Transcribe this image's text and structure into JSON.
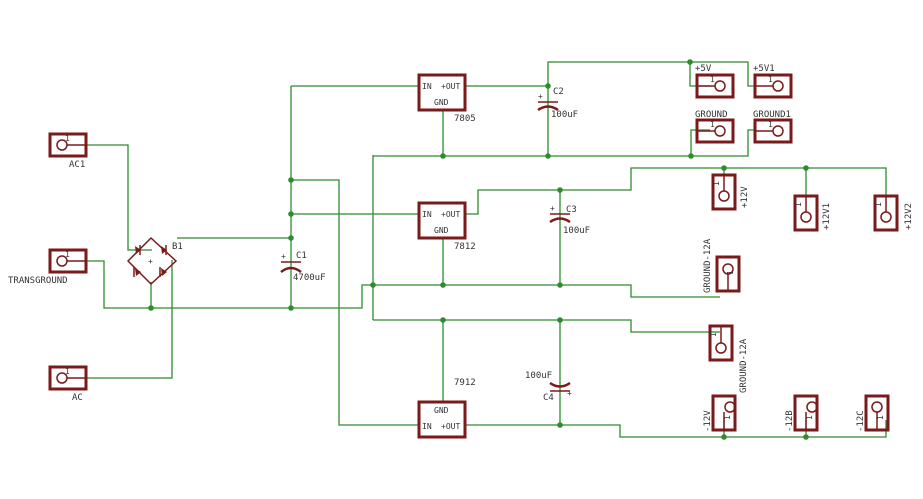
{
  "colors": {
    "wire": "#2e8b2e",
    "component": "#7a1a1a",
    "text": "#333333",
    "background": "#ffffff"
  },
  "connectors": {
    "ac1": "AC1",
    "transground": "TRANSGROUND",
    "ac": "AC",
    "p5v": "+5V",
    "p5v1": "+5V1",
    "ground": "GROUND",
    "ground1": "GROUND1",
    "p12v": "+12V",
    "p12v1": "+12V1",
    "p12v2": "+12V2",
    "ground12a_top": "GROUND-12A",
    "ground12a_bottom": "GROUND-12A",
    "m12v": "-12V",
    "m12b": "-12B",
    "m12c": "-12C",
    "pin_one": "1"
  },
  "components": {
    "bridge": {
      "name": "B1"
    },
    "c1": {
      "name": "C1",
      "value": "4700uF"
    },
    "c2": {
      "name": "C2",
      "value": "100uF"
    },
    "c3": {
      "name": "C3",
      "value": "100uF"
    },
    "c4": {
      "name": "C4",
      "value": "100uF"
    },
    "reg_7805": {
      "name": "7805",
      "pin_in": "IN",
      "pin_out": "+OUT",
      "pin_gnd": "GND"
    },
    "reg_7812": {
      "name": "7812",
      "pin_in": "IN",
      "pin_out": "+OUT",
      "pin_gnd": "GND"
    },
    "reg_7912": {
      "name": "7912",
      "pin_in": "IN",
      "pin_out": "+OUT",
      "pin_gnd": "GND"
    }
  }
}
